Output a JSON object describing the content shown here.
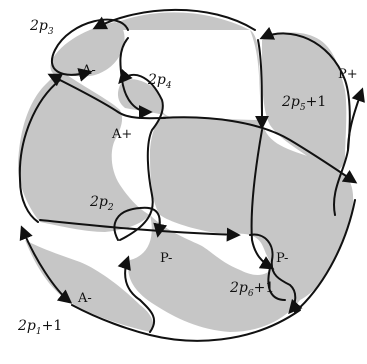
{
  "diagram": {
    "fill_color": "#c6c6c6",
    "stroke_color": "#111111",
    "labels": {
      "twist_p3": {
        "base": "2p",
        "sub": "3",
        "suffix": ""
      },
      "twist_p4": {
        "base": "2p",
        "sub": "4",
        "suffix": ""
      },
      "twist_p5": {
        "base": "2p",
        "sub": "5",
        "suffix": "+1"
      },
      "twist_p2": {
        "base": "2p",
        "sub": "2",
        "suffix": ""
      },
      "twist_p6": {
        "base": "2p",
        "sub": "6",
        "suffix": "+1"
      },
      "twist_p1": {
        "base": "2p",
        "sub": "1",
        "suffix": "+1"
      },
      "sign_a_minus_top": "A-",
      "sign_a_plus": "A+",
      "sign_p_plus": "P+",
      "sign_p_minus_center": "P-",
      "sign_p_minus_right": "P-",
      "sign_a_minus_bottom": "A-"
    }
  }
}
